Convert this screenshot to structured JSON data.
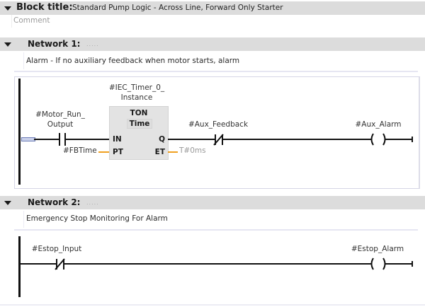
{
  "block": {
    "title_label": "Block title:",
    "title_value": "Standard Pump Logic - Across Line, Forward Only Starter",
    "comment_placeholder": "Comment"
  },
  "networks": [
    {
      "label": "Network 1:",
      "title_dots": ".....",
      "comment": "Alarm - If no auxiliary feedback when motor starts, alarm",
      "contact_no": {
        "tag_line1": "#Motor_Run_",
        "tag_line2": "Output"
      },
      "timer": {
        "instance_line1": "#IEC_Timer_0_",
        "instance_line2": "Instance",
        "type": "TON",
        "subtype": "Time",
        "pin_in": "IN",
        "pin_pt": "PT",
        "pin_q": "Q",
        "pin_et": "ET",
        "pt_value": "#FBTime",
        "et_value": "T#0ms"
      },
      "contact_nc": {
        "tag": "#Aux_Feedback"
      },
      "coil": {
        "tag": "#Aux_Alarm"
      }
    },
    {
      "label": "Network 2:",
      "title_dots": ".....",
      "comment": "Emergency Stop Monitoring For Alarm",
      "contact_nc": {
        "tag": "#Estop_Input"
      },
      "coil": {
        "tag": "#Estop_Alarm"
      }
    }
  ],
  "colors": {
    "header_bg": "#dcdcdc",
    "wire": "#111111",
    "param_wire": "#f0a020",
    "fb_body": "#e3e3e3"
  }
}
